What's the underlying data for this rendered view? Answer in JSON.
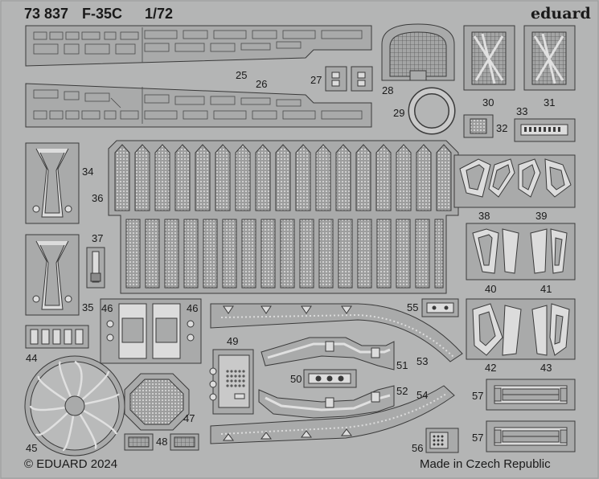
{
  "header": {
    "catalog_number": "73 837",
    "model": "F-35C",
    "scale": "1/72",
    "brand": "eduard"
  },
  "footer": {
    "copyright": "© EDUARD 2024",
    "origin": "Made in Czech Republic"
  },
  "parts": [
    "25",
    "26",
    "27",
    "28",
    "29",
    "30",
    "31",
    "32",
    "33",
    "34",
    "35",
    "36",
    "37",
    "38",
    "39",
    "40",
    "41",
    "42",
    "43",
    "44",
    "45",
    "46",
    "47",
    "48",
    "49",
    "50",
    "51",
    "52",
    "53",
    "54",
    "55",
    "56",
    "57"
  ],
  "colors": {
    "fret": "#b4b5b5",
    "part": "#a6a7a7",
    "etch_line": "#3a3a3a",
    "highlight": "#dcdcdc",
    "text": "#1a1a1a"
  }
}
